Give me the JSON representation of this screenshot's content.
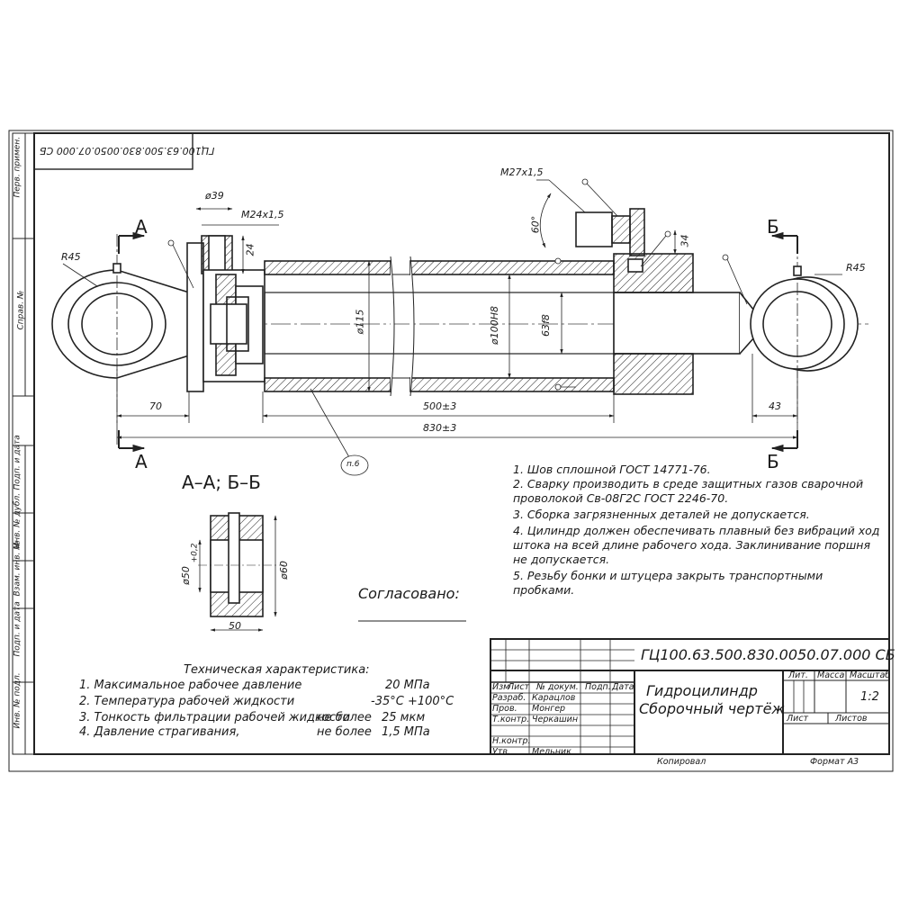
{
  "doc_code": "ГЦ100.63.500.830.0050.07.000 СБ",
  "doc_code_mirrored": "ГЦ100.63.500.830.0050.07.000 СБ",
  "title_line1": "Гидроцилиндр",
  "title_line2": "Сборочный чертёж",
  "section_title": "А–А; Б–Б",
  "section_marks": {
    "a": "А",
    "b": "Б"
  },
  "dims": {
    "d39": "ø39",
    "m24": "М24х1,5",
    "d24": "24",
    "m27": "М27х1,5",
    "angle60": "60°",
    "d34": "34",
    "r45": "R45",
    "d115": "ø115",
    "d100h8": "ø100H8",
    "d63f8": "63f8",
    "d70": "70",
    "d500": "500±3",
    "d830": "830±3",
    "d43": "43",
    "d50": "ø50",
    "d50tol": "+0,2",
    "d60": "ø60",
    "w50": "50"
  },
  "callout": "п.6",
  "notes": [
    "1. Шов сплошной  ГОСТ 14771-76.",
    "2. Сварку производить в среде защитных газов сварочной",
    "проволокой Св-08Г2С   ГОСТ 2246-70.",
    "3. Сборка загрязненных деталей не допускается.",
    "4. Цилиндр должен обеспечивать плавный без вибраций ход",
    "штока на всей длине рабочего хода. Заклинивание поршня",
    "не допускается.",
    "5. Резьбу бонки  и  штуцера  закрыть  транспортными",
    "пробками."
  ],
  "approved": "Согласовано:",
  "tech": {
    "heading": "Техническая характеристика:",
    "rows": [
      {
        "label": "1. Максимальное рабочее давление",
        "limit": "",
        "value": "20 МПа"
      },
      {
        "label": "2. Температура рабочей жидкости",
        "limit": "",
        "value": "-35°С +100°С"
      },
      {
        "label": "3. Тонкость фильтрации рабочей жидкости",
        "limit": "не более",
        "value": "25 мкм"
      },
      {
        "label": "4. Давление страгивания,",
        "limit": "не более",
        "value": "1,5 МПа"
      }
    ]
  },
  "title_block": {
    "col_izm": "Изм",
    "col_list": "Лист",
    "col_doc": "№ докум.",
    "col_sign": "Подп.",
    "col_date": "Дата",
    "roles": [
      "Разраб.",
      "Пров.",
      "Т.контр.",
      "",
      "Н.контр.",
      "Утв."
    ],
    "names": [
      "Карацлов",
      "Монгер",
      "Черкашин",
      "",
      "",
      "Мельник"
    ],
    "lit": "Лит.",
    "mass": "Масса",
    "scale": "Масштаб",
    "scale_value": "1:2",
    "sheet": "Лист",
    "sheets": "Листов",
    "copied": "Копировал",
    "format": "Формат    А3"
  },
  "side_strip": [
    "Перв. примен.",
    "Справ. №",
    "Подп. и дата",
    "Инв. № дубл.",
    "Взам. инв. №",
    "Подп. и дата",
    "Инв. № подл."
  ]
}
